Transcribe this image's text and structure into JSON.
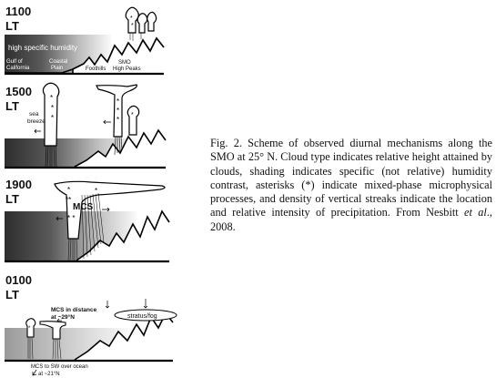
{
  "panels": [
    {
      "time": "1100",
      "lt": "LT",
      "labels": {
        "humidity": "high specific humidity",
        "gulf_1": "Gulf of",
        "gulf_2": "California",
        "plain_1": "Coastal",
        "plain_2": "Plain",
        "foothills": "Foothills",
        "smo_1": "SMO",
        "smo_2": "High Peaks"
      }
    },
    {
      "time": "1500",
      "lt": "LT",
      "labels": {
        "sea": "sea",
        "breeze": "breeze"
      }
    },
    {
      "time": "1900",
      "lt": "LT",
      "labels": {
        "mcs": "MCS"
      }
    },
    {
      "time": "0100",
      "lt": "LT",
      "labels": {
        "mcs_distance_1": "MCS in distance",
        "mcs_distance_2": "at ~29°N",
        "stratus": "stratus/fog",
        "mcs_sw_1": "MCS to SW over ocean",
        "mcs_sw_2": "at ~21°N"
      }
    }
  ],
  "caption": {
    "main": "Fig. 2. Scheme of observed diurnal mechanisms along the SMO at 25° N. Cloud type indicates relative height attained by clouds, shading indicates specific (not relative) humidity contrast, asterisks (*) indicate mixed-phase microphysical processes, and density of vertical streaks indicate the location and relative intensity of precipitation. From Nesbitt ",
    "etal": "et al",
    "end": "., 2008."
  }
}
